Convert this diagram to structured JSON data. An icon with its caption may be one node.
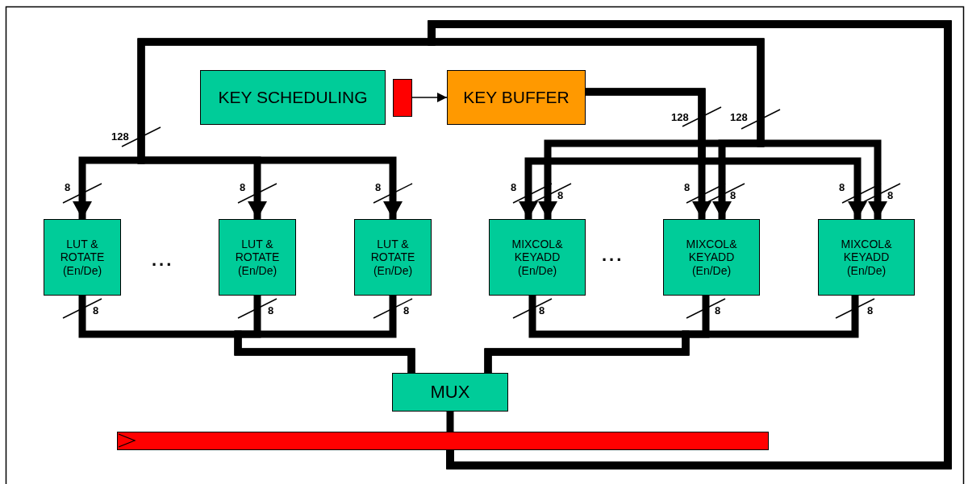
{
  "diagram": {
    "nodes": [
      {
        "text": [
          "KEY SCHEDULING"
        ]
      },
      {
        "text": [],
        "shape": "box"
      },
      {
        "text": [
          "KEY BUFFER"
        ]
      },
      {
        "text": [
          "LUT & ROTATE",
          "(En/De)"
        ]
      },
      {
        "text": [
          "LUT & ROTATE",
          "(En/De)"
        ]
      },
      {
        "text": [
          "LUT & ROTATE",
          "(En/De)"
        ]
      },
      {
        "text": [
          "MIXCOL& KEYADD",
          "(En/De)"
        ]
      },
      {
        "text": [
          "MIXCOL& KEYADD",
          "(En/De)"
        ]
      },
      {
        "text": [
          "MIXCOL& KEYADD",
          "(En/De)"
        ]
      },
      {
        "text": [
          "MUX"
        ]
      },
      {
        "text": [],
        "shape": "bar"
      }
    ],
    "edges": [
      {
        "from": 1,
        "to": 2,
        "arrow": "to"
      },
      {
        "from": 2,
        "to": 6,
        "arrow": "to"
      },
      {
        "from": 2,
        "to": 7,
        "arrow": "to"
      },
      {
        "from": 2,
        "to": 8,
        "arrow": "to"
      },
      {
        "from": 10,
        "to": 3,
        "arrow": "to"
      },
      {
        "from": 10,
        "to": 4,
        "arrow": "to"
      },
      {
        "from": 10,
        "to": 5,
        "arrow": "to"
      },
      {
        "from": 10,
        "to": 6,
        "arrow": "to"
      },
      {
        "from": 10,
        "to": 7,
        "arrow": "to"
      },
      {
        "from": 10,
        "to": 8,
        "arrow": "to"
      },
      {
        "from": 3,
        "to": 9,
        "arrow": "none"
      },
      {
        "from": 4,
        "to": 9,
        "arrow": "none"
      },
      {
        "from": 5,
        "to": 9,
        "arrow": "none"
      },
      {
        "from": 6,
        "to": 9,
        "arrow": "none"
      },
      {
        "from": 7,
        "to": 9,
        "arrow": "none"
      },
      {
        "from": 8,
        "to": 9,
        "arrow": "none"
      },
      {
        "from": 9,
        "to": 10,
        "arrow": "none"
      }
    ],
    "labels": [
      "128",
      "128",
      "128",
      "8",
      "8",
      "8",
      "8",
      "8",
      "8",
      "8",
      "8",
      "8",
      "...",
      "...",
      "8",
      "8",
      "8",
      "8",
      "8",
      "8"
    ]
  }
}
